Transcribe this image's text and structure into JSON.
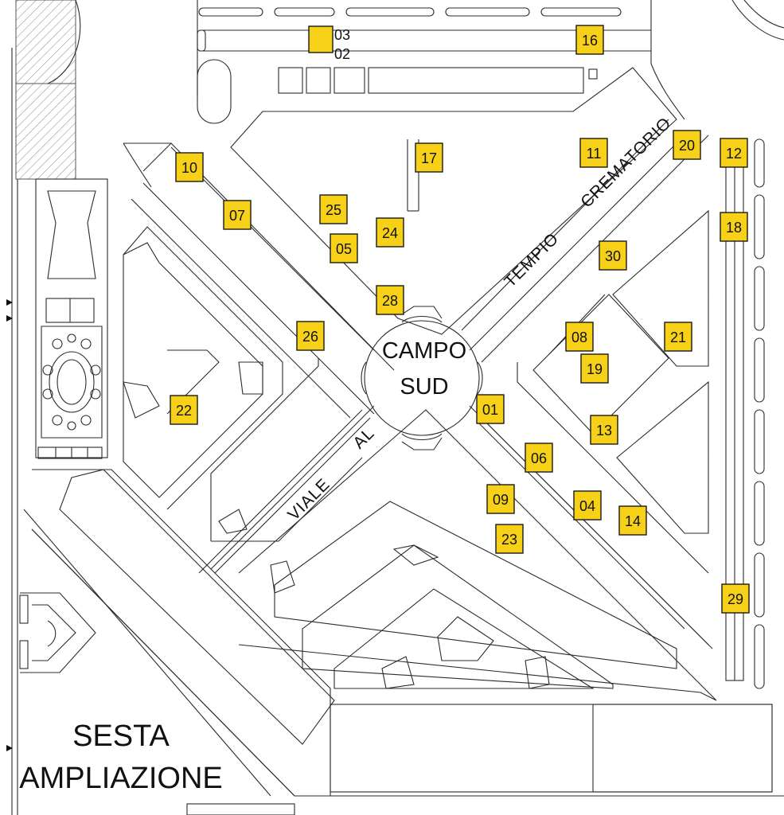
{
  "labels": {
    "campo_line1": "CAMPO",
    "campo_line2": "SUD",
    "sesta_line1": "SESTA",
    "sesta_line2": "AMPLIAZIONE",
    "road_viale": "VIALE",
    "road_al": "AL",
    "road_tempio": "TEMPIO",
    "road_crematorio": "CREMATORIO",
    "small_03": "03",
    "small_02": "02"
  },
  "colors": {
    "marker_fill": "#f7d117",
    "line": "#2b2b2b",
    "background": "#ffffff"
  },
  "markers": [
    {
      "id": "01",
      "label": "01"
    },
    {
      "id": "04",
      "label": "04"
    },
    {
      "id": "05",
      "label": "05"
    },
    {
      "id": "06",
      "label": "06"
    },
    {
      "id": "07",
      "label": "07"
    },
    {
      "id": "08",
      "label": "08"
    },
    {
      "id": "09",
      "label": "09"
    },
    {
      "id": "10",
      "label": "10"
    },
    {
      "id": "11",
      "label": "11"
    },
    {
      "id": "12",
      "label": "12"
    },
    {
      "id": "13",
      "label": "13"
    },
    {
      "id": "14",
      "label": "14"
    },
    {
      "id": "16",
      "label": "16"
    },
    {
      "id": "17",
      "label": "17"
    },
    {
      "id": "18",
      "label": "18"
    },
    {
      "id": "19",
      "label": "19"
    },
    {
      "id": "20",
      "label": "20"
    },
    {
      "id": "21",
      "label": "21"
    },
    {
      "id": "22",
      "label": "22"
    },
    {
      "id": "23",
      "label": "23"
    },
    {
      "id": "24",
      "label": "24"
    },
    {
      "id": "25",
      "label": "25"
    },
    {
      "id": "26",
      "label": "26"
    },
    {
      "id": "28",
      "label": "28"
    },
    {
      "id": "29",
      "label": "29"
    },
    {
      "id": "30",
      "label": "30"
    }
  ]
}
